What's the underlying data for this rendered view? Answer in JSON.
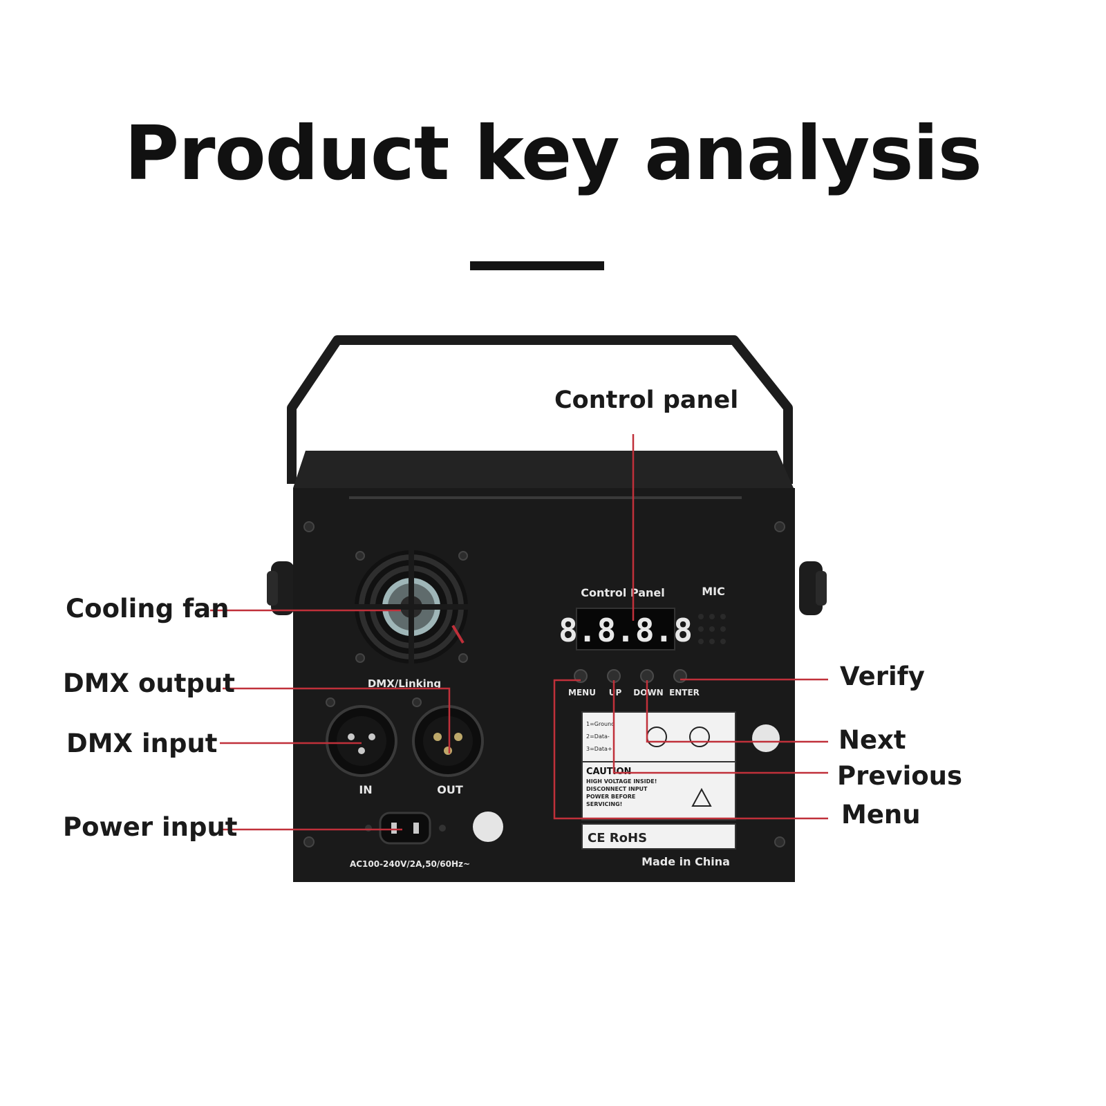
{
  "title": "Product key analysis",
  "callouts": {
    "control_panel": "Control panel",
    "cooling_fan": "Cooling fan",
    "dmx_output": "DMX output",
    "dmx_input": "DMX input",
    "power_input": "Power input",
    "verify": "Verify",
    "next": "Next",
    "previous": "Previous",
    "menu": "Menu"
  },
  "device": {
    "control_panel_label": "Control Panel",
    "mic_label": "MIC",
    "display_value": "8.8.8.8",
    "buttons": [
      "MENU",
      "UP",
      "DOWN",
      "ENTER"
    ],
    "dmx_linking_label": "DMX/Linking",
    "in_label": "IN",
    "out_label": "OUT",
    "caution_title": "CAUTION",
    "caution_lines": [
      "HIGH VOLTAGE INSIDE!",
      "DISCONNECT INPUT",
      "POWER BEFORE",
      "SERVICING!"
    ],
    "pin_legend": [
      "1=Ground",
      "2=Data-",
      "3=Data+"
    ],
    "cert_marks": "CE RoHS",
    "made_in": "Made in China",
    "power_spec": "AC100-240V/2A,50/60Hz~"
  },
  "colors": {
    "leader_line": "#c0303a",
    "device_body": "#1a1a1a",
    "display_digits": "#e8e8e8"
  }
}
